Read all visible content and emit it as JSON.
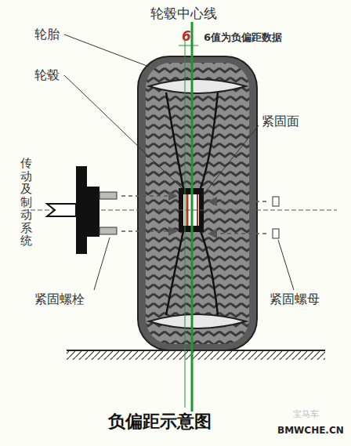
{
  "diagram": {
    "caption": "负偏距示意图",
    "labels": [
      "轮毂中心线",
      "6",
      "6值为负偏距数据",
      "轮胎",
      "轮毂",
      "紧固面",
      "传动及制动系统",
      "紧固螺栓",
      "紧固螺母",
      "宝马车",
      "BMWCHE.CN"
    ]
  }
}
